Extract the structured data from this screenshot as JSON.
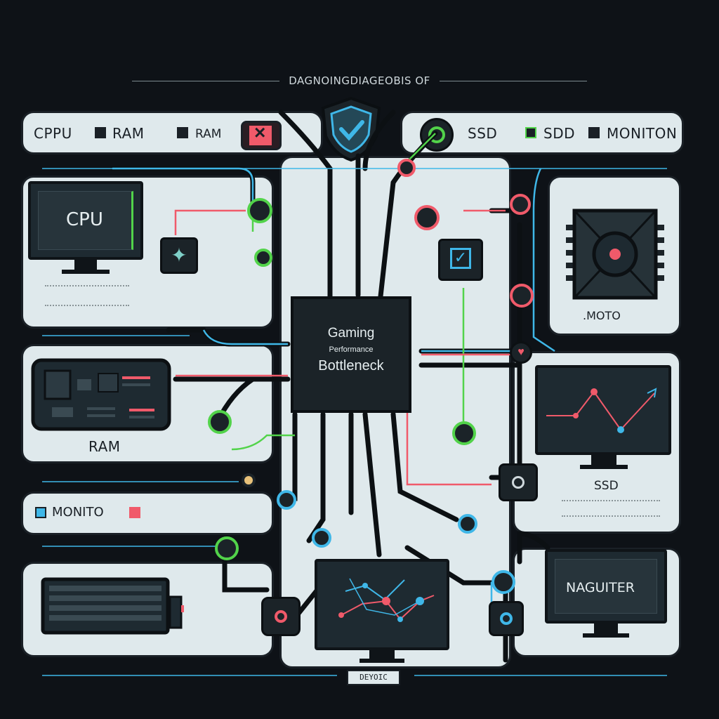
{
  "title": "DAGNOINGDIAGEOBIS OF",
  "top_left_legend": {
    "a": "CPPU",
    "b": "RAM",
    "c": "RAM"
  },
  "top_right_legend": {
    "a": "SSD",
    "b": "SDD",
    "c": "MONITON"
  },
  "cpu_monitor_label": "CPU",
  "motherboard_label": "RAM",
  "processor_label": ".MOTO",
  "center_chip": {
    "line1": "Gaming",
    "line2": "Performance",
    "line3": "Bottleneck"
  },
  "ssd_label": "SSD",
  "monitor_legend": {
    "a": "MONITO"
  },
  "right_monitor_label": "NAGUITER",
  "bottom_label": "DEYOIC",
  "colors": {
    "dark": "#1a2026",
    "panel": "#dfe9ec",
    "green": "#52d34a",
    "red": "#f05a6a",
    "blue": "#3fb7e8"
  }
}
